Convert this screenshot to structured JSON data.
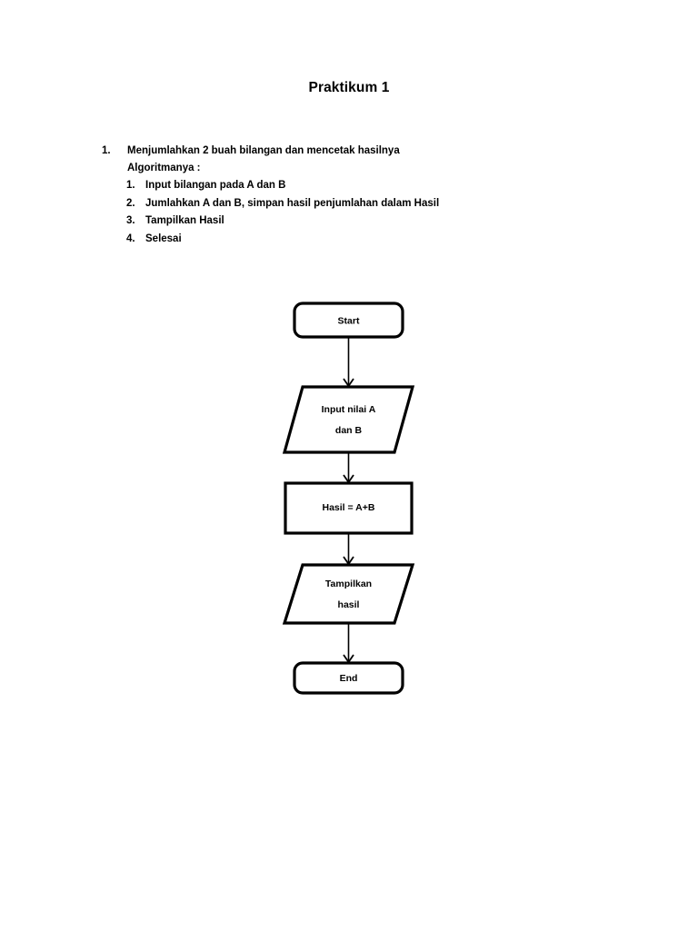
{
  "document": {
    "title": "Praktikum 1"
  },
  "outer_list": [
    {
      "marker": "1.",
      "lines": [
        "Menjumlahkan 2 buah bilangan dan mencetak hasilnya",
        "Algoritmanya :"
      ]
    }
  ],
  "inner_list": [
    {
      "marker": "1.",
      "text": "Input bilangan pada A dan B"
    },
    {
      "marker": "2.",
      "text": "Jumlahkan A dan B, simpan hasil penjumlahan dalam Hasil"
    },
    {
      "marker": "3.",
      "text": "Tampilkan Hasil"
    },
    {
      "marker": "4.",
      "text": "Selesai"
    }
  ],
  "flowchart": {
    "nodes": [
      {
        "id": "start",
        "shape": "terminator",
        "label": "Start"
      },
      {
        "id": "input",
        "shape": "parallelogram",
        "label_line1": "Input nilai A",
        "label_line2": "dan B"
      },
      {
        "id": "process",
        "shape": "rectangle",
        "label": "Hasil = A+B"
      },
      {
        "id": "output",
        "shape": "parallelogram",
        "label_line1": "Tampilkan",
        "label_line2": "hasil"
      },
      {
        "id": "end",
        "shape": "terminator",
        "label": "End"
      }
    ],
    "edges": [
      {
        "from": "start",
        "to": "input"
      },
      {
        "from": "input",
        "to": "process"
      },
      {
        "from": "process",
        "to": "output"
      },
      {
        "from": "output",
        "to": "end"
      }
    ],
    "colors": {
      "shape_stroke": "#000000",
      "shape_fill": "#ffffff",
      "connector": "#000000",
      "text": "#000000"
    }
  }
}
